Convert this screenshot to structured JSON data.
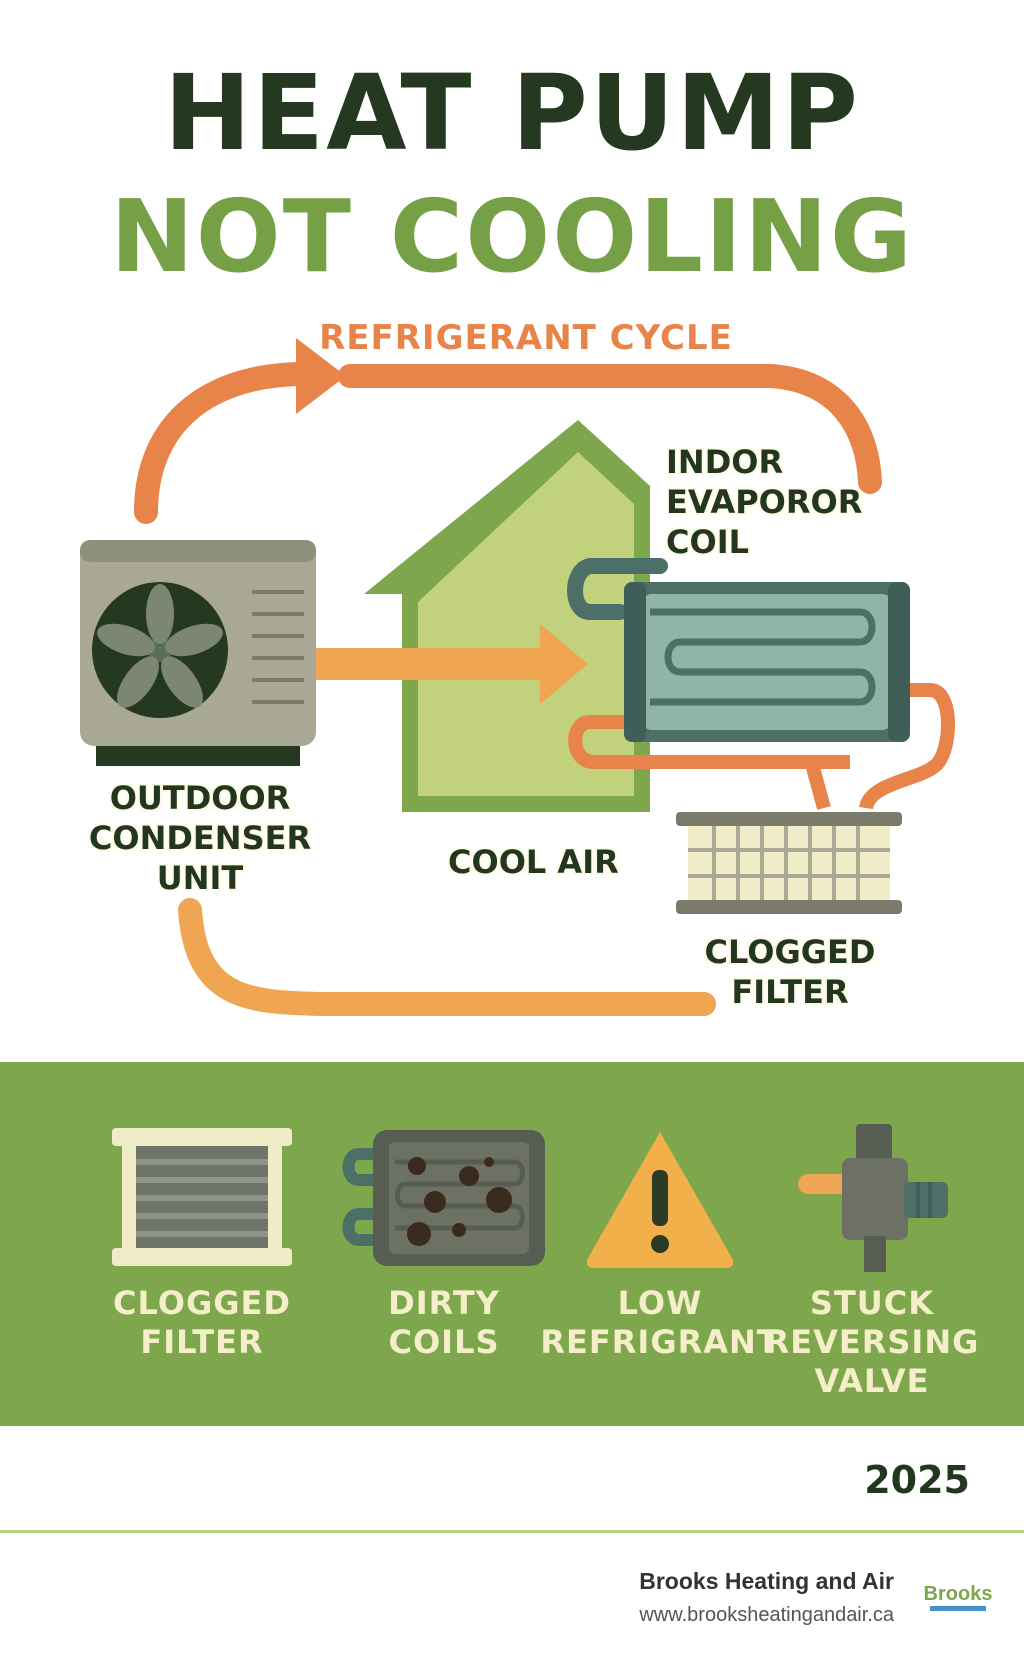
{
  "title": {
    "line1": "HEAT PUMP",
    "line2": "NOT COOLING"
  },
  "diagram": {
    "cycle_label": "REFRIGERANT CYCLE",
    "evaporator_label": [
      "INDOR",
      "EVAPOROR",
      "COIL"
    ],
    "outdoor_label": [
      "OUTDOOR",
      "CONDENSER",
      "UNIT"
    ],
    "cool_air_label": "COOL AIR",
    "clogged_filter_label": [
      "CLOGGED",
      "FILTER"
    ]
  },
  "causes": [
    {
      "icon": "filter-icon",
      "lines": [
        "CLOGGED",
        "FILTER"
      ]
    },
    {
      "icon": "dirty-coil-icon",
      "lines": [
        "DIRTY",
        "COILS"
      ]
    },
    {
      "icon": "warning-icon",
      "lines": [
        "LOW",
        "REFRIGRANT"
      ]
    },
    {
      "icon": "valve-icon",
      "lines": [
        "STUCK",
        "REVERSING",
        "VALVE"
      ]
    }
  ],
  "year": "2025",
  "footer": {
    "company": "Brooks Heating and Air",
    "url": "www.brooksheatingandair.ca",
    "logo_text": "Brooks"
  },
  "colors": {
    "title_dark": "#24391f",
    "title_green": "#76a046",
    "arrow_orange": "#e8844a",
    "band_green": "#7ea64d",
    "cause_text": "#f4efc9"
  }
}
